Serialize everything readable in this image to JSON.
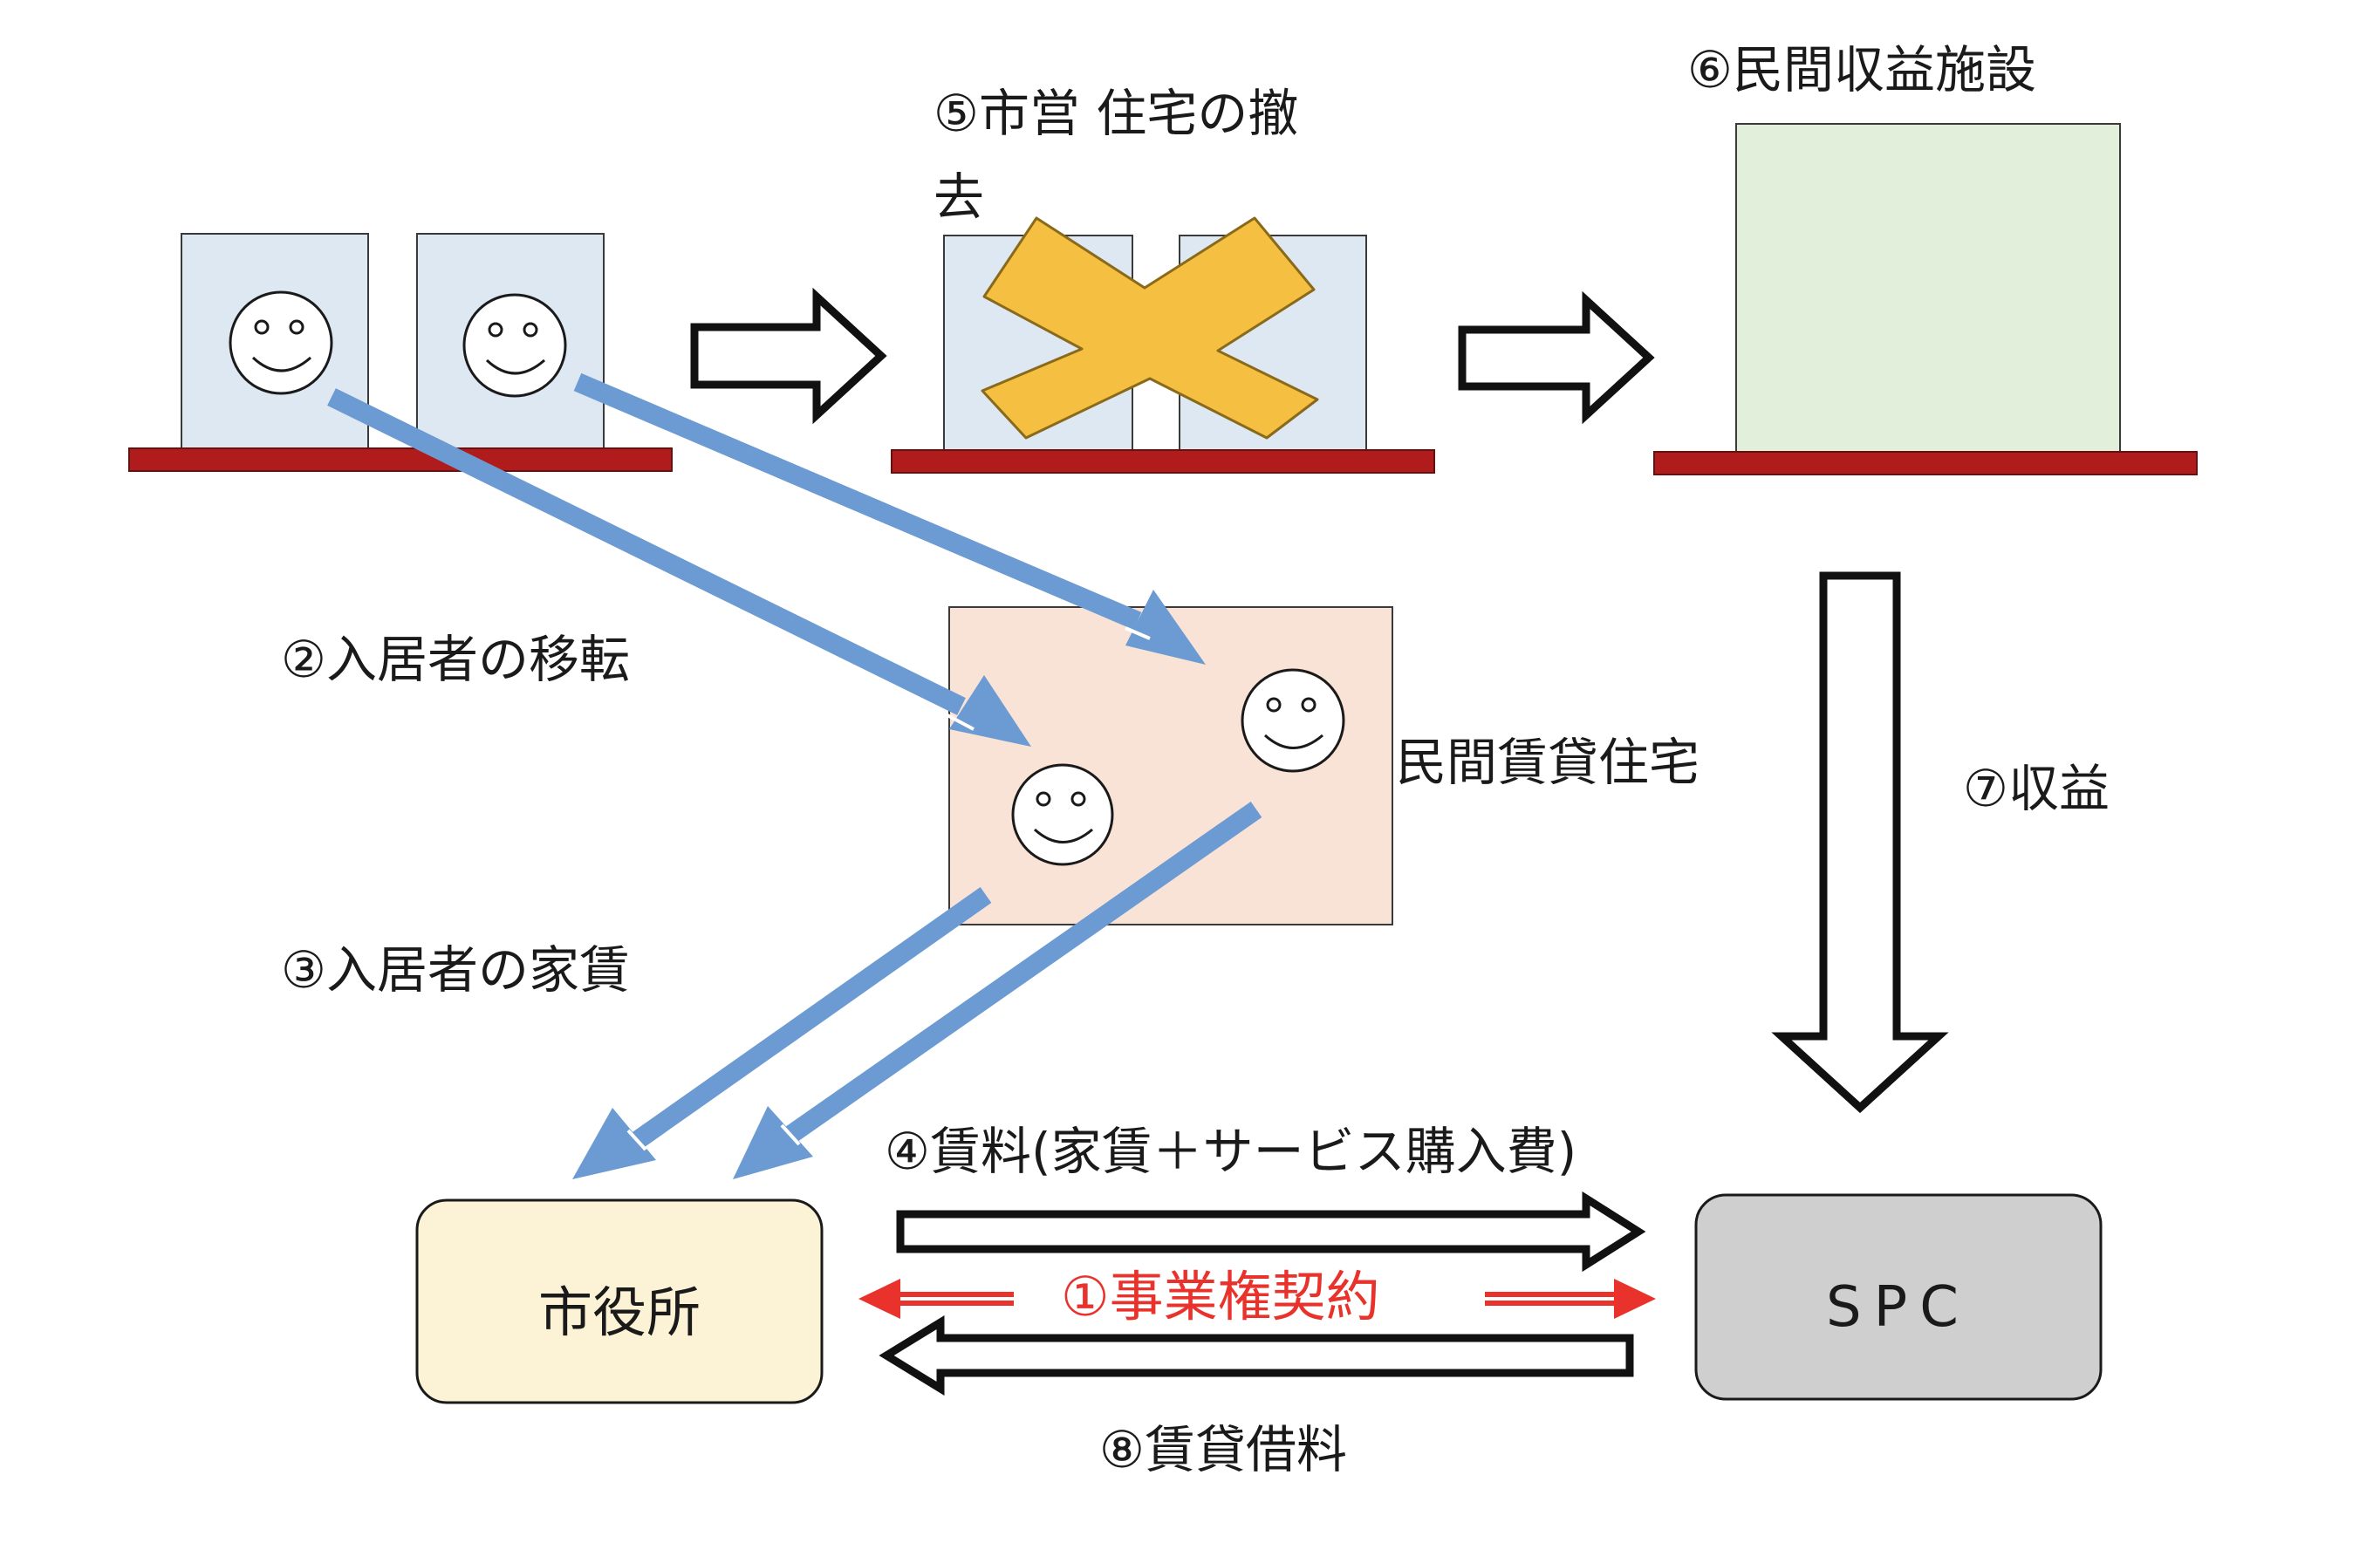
{
  "colors": {
    "house_fill": "#dde8f3",
    "house_stroke": "#3a3a3a",
    "ground": "#b01b1b",
    "ground_stroke": "#6a0f0f",
    "cross": "#f5c042",
    "cross_stroke": "#8a6a1a",
    "commercial_fill": "#e2efda",
    "rental_fill": "#f9e3d6",
    "blue_arrow": "#6b9bd2",
    "cityhall_fill": "#fcf2d5",
    "spc_fill": "#cfcfcf",
    "red": "#e8322b"
  },
  "icons": {
    "face": "smiley-face-icon",
    "cross": "x-cross-icon",
    "flow": "outline-arrow-icon"
  },
  "labels": {
    "step2": "②入居者の移転",
    "step3": "③入居者の家賃",
    "step4": "④賃料(家賃＋サービス購入費)",
    "step5_line1": "⑤市営 住宅の撤",
    "step5_line2": "去",
    "step6": "⑥民間収益施設",
    "step7": "⑦収益",
    "step1": "①事業権契約",
    "step8": "⑧賃貸借料",
    "rental": "民間賃貸住宅"
  },
  "boxes": {
    "cityhall": "市役所",
    "spc": "SPC"
  }
}
